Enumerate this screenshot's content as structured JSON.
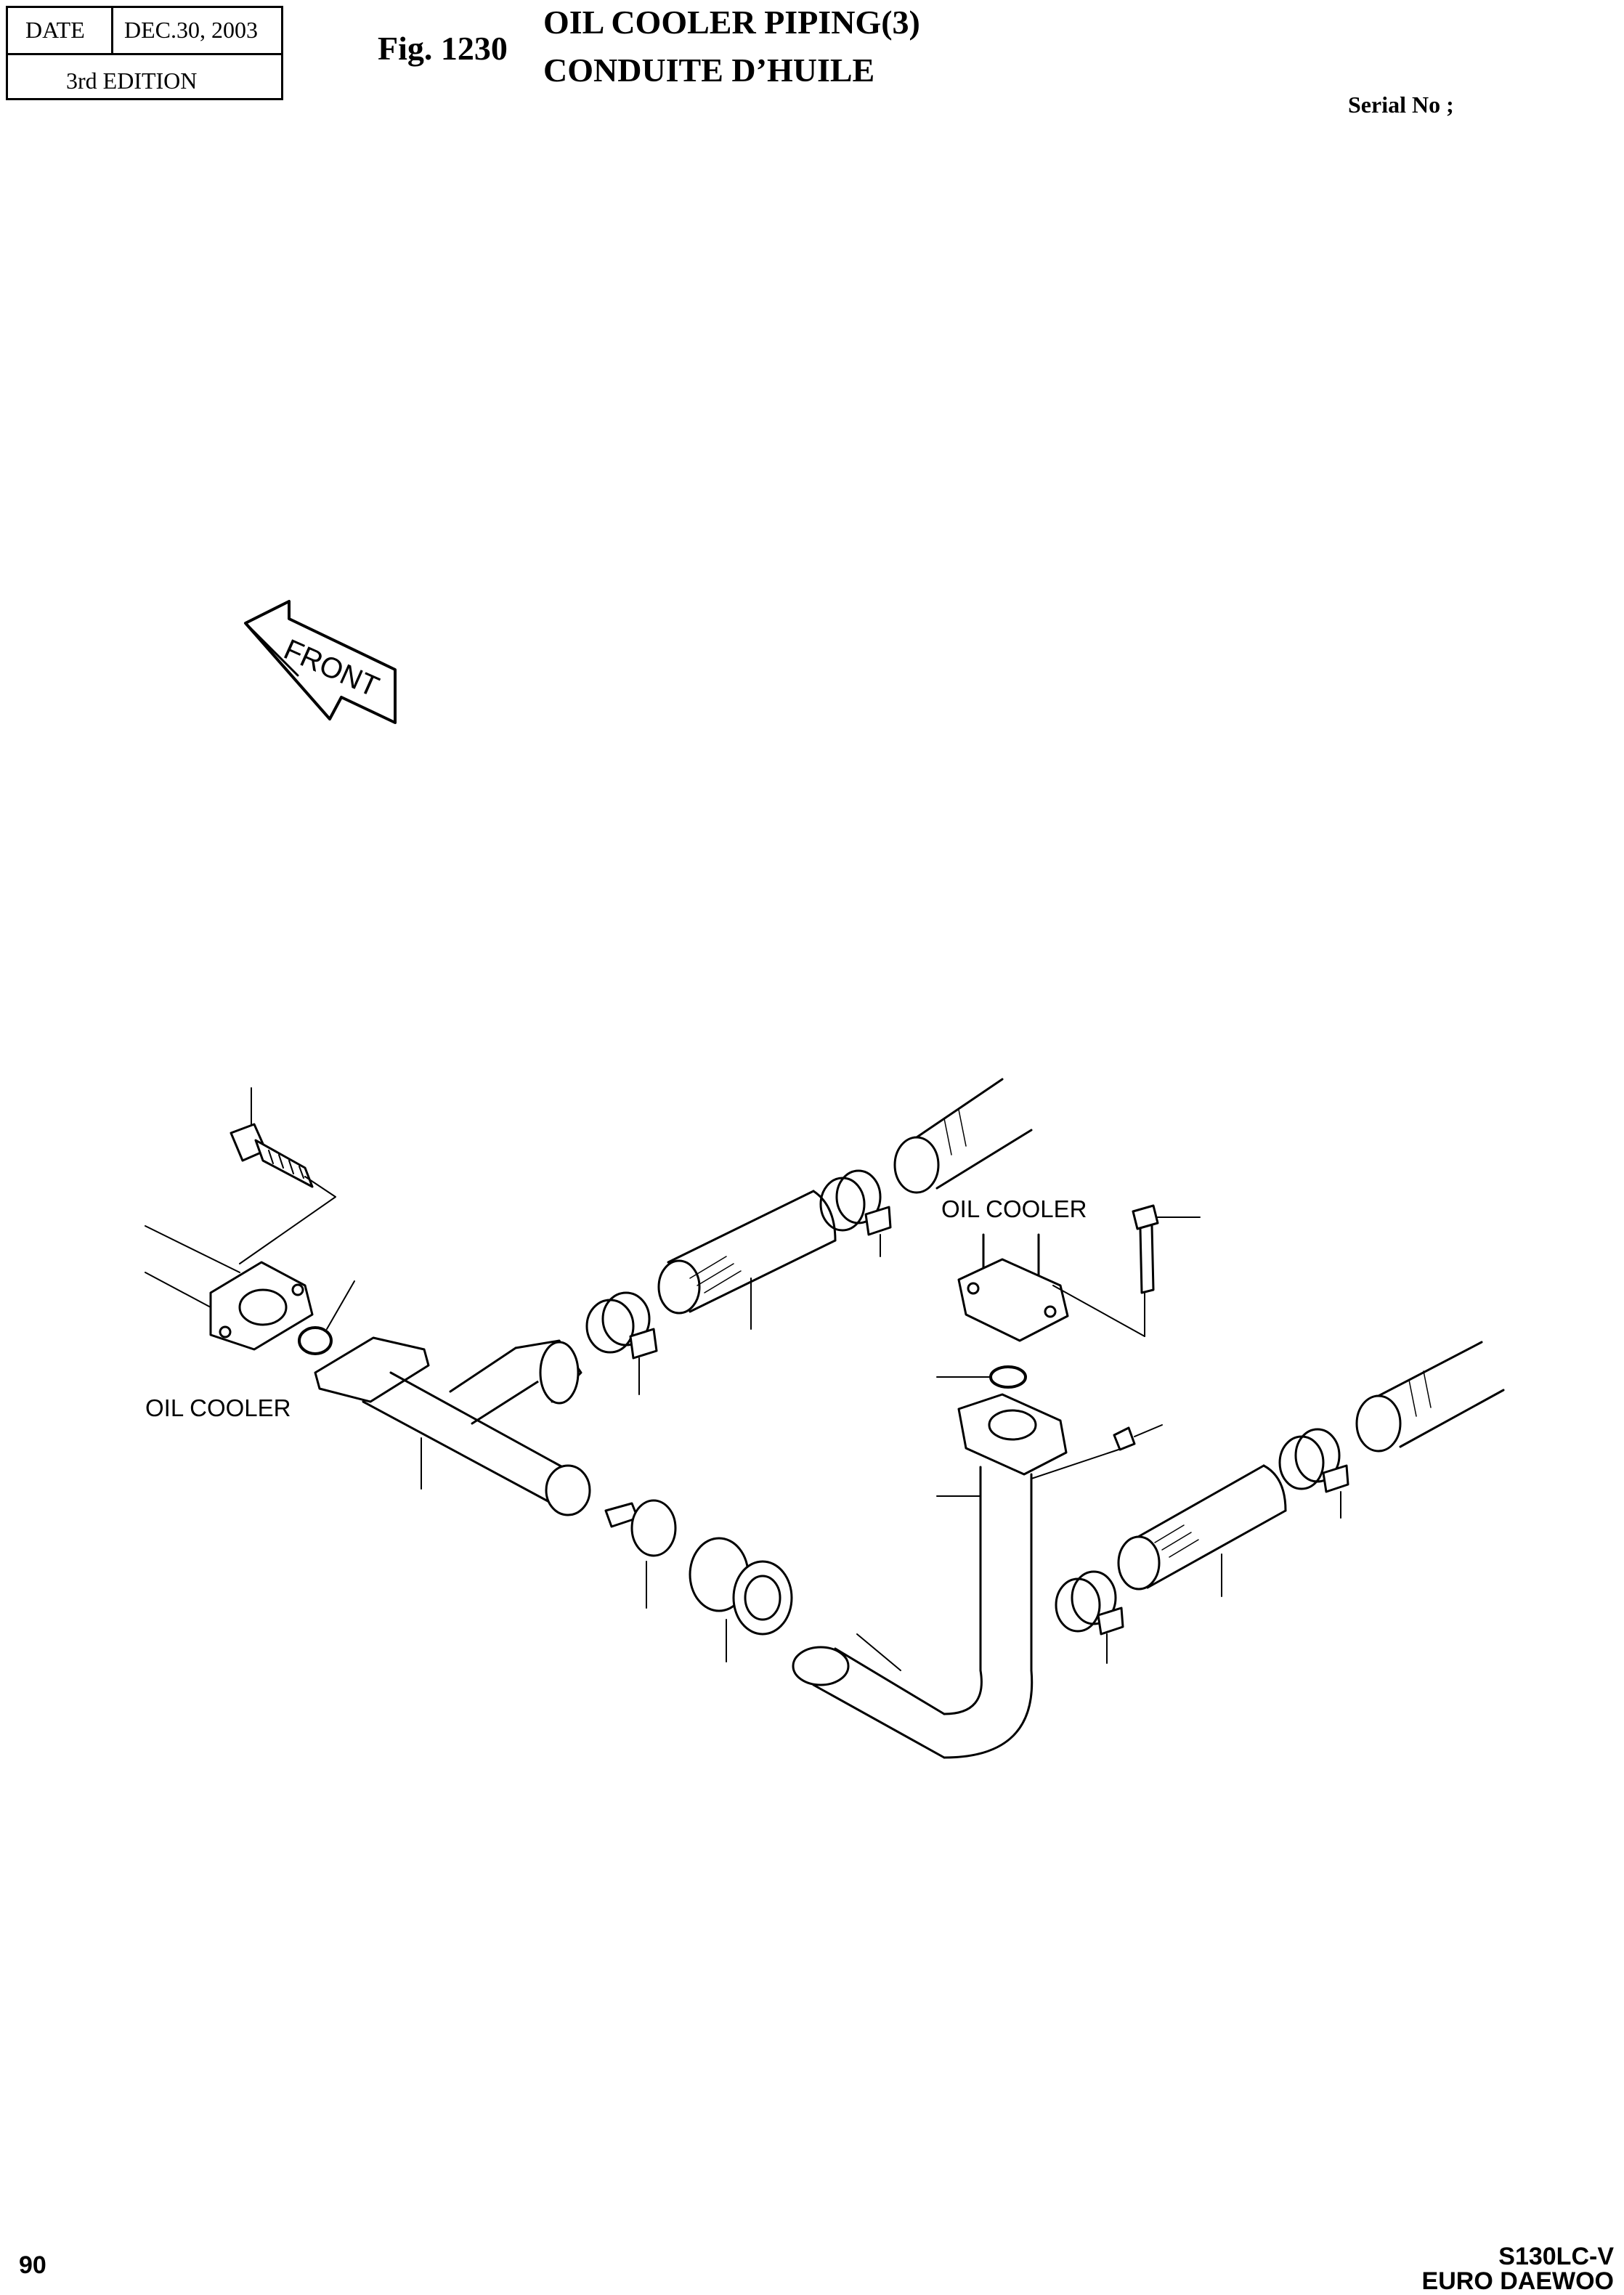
{
  "header": {
    "date_label": "DATE",
    "date_value": "DEC.30, 2003",
    "edition": "3rd  EDITION",
    "fig_number": "Fig. 1230",
    "title_en": "OIL COOLER PIPING(3)",
    "title_fr": "CONDUITE D’HUILE",
    "serial_label": "Serial No ;"
  },
  "diagram": {
    "front_arrow_label": "FRONT",
    "oil_cooler_left_label": "OIL COOLER",
    "oil_cooler_right_label": "OIL COOLER",
    "parts": [
      {
        "icon": "bolt-icon"
      },
      {
        "icon": "flange-icon"
      },
      {
        "icon": "o-ring-icon"
      },
      {
        "icon": "tee-pipe-icon"
      },
      {
        "icon": "hose-clamp-icon"
      },
      {
        "icon": "hose-icon"
      },
      {
        "icon": "drain-valve-icon"
      },
      {
        "icon": "adapter-icon"
      },
      {
        "icon": "elbow-pipe-icon"
      },
      {
        "icon": "plug-icon"
      }
    ]
  },
  "footer": {
    "page_number": "90",
    "model": "S130LC-V",
    "brand": "EURO DAEWOO"
  }
}
